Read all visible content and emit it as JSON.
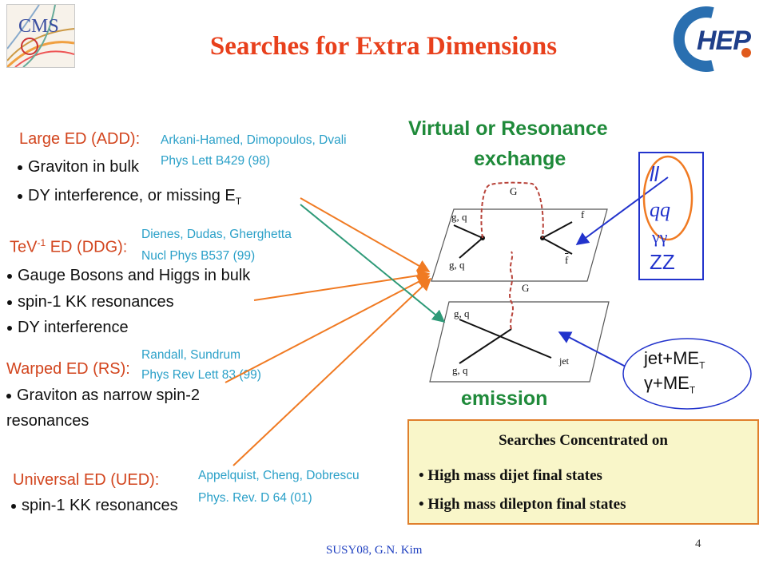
{
  "title": "Searches for Extra Dimensions",
  "logos": {
    "cms": "CMS",
    "hep": "HEP"
  },
  "add": {
    "heading": "Large ED (ADD):",
    "ref1": "Arkani-Hamed, Dimopoulos, Dvali",
    "ref2": "Phys Lett B429 (98)",
    "b1": "Graviton in bulk",
    "b2": "DY interference, or missing E",
    "b2_sub": "T"
  },
  "ddg": {
    "heading_a": "TeV",
    "heading_sup": "-1",
    "heading_b": " ED (DDG):",
    "ref1": "Dienes, Dudas, Gherghetta",
    "ref2": "Nucl Phys B537 (99)",
    "b1": "Gauge Bosons and Higgs in bulk",
    "b2": "spin-1 KK resonances",
    "b3": "DY interference"
  },
  "rs": {
    "heading": "Warped ED (RS):",
    "ref1": "Randall, Sundrum",
    "ref2": "Phys Rev Lett 83 (99)",
    "b1": "Graviton as narrow spin-2",
    "b1_cont": "resonances"
  },
  "ued": {
    "heading": "Universal  ED (UED):",
    "ref1": "Appelquist, Cheng, Dobrescu",
    "ref2": "Phys. Rev. D 64 (01)",
    "b1": "spin-1 KK resonances"
  },
  "diagram": {
    "top_line1": "Virtual or Resonance",
    "top_line2": "exchange",
    "bottom": "emission",
    "G_top": "G",
    "f": "f",
    "fbar": "f",
    "gq_top": "g, q",
    "gqbar_top": "g, q",
    "G_bottom": "G",
    "gq_bot": "g, q",
    "gqbar_bot": "g, q",
    "jet": "jet"
  },
  "final_states": {
    "ll": "ll",
    "qq": "qq",
    "gg": "γγ",
    "zz": "ZZ"
  },
  "emission_states": {
    "l1": "jet+ME",
    "l1_sub": "T",
    "l2": "γ+ME",
    "l2_sub": "T"
  },
  "box": {
    "heading": "Searches Concentrated on",
    "i1": "High mass dijet final states",
    "i2": "High mass dilepton final states"
  },
  "footer": "SUSY08, G.N. Kim",
  "page_number": "4",
  "colors": {
    "title": "#e8401c",
    "green": "#1f8a3a",
    "orange_arrow": "#f07a22",
    "teal_arrow": "#2e9a78",
    "blue_arrow": "#2233cc"
  }
}
